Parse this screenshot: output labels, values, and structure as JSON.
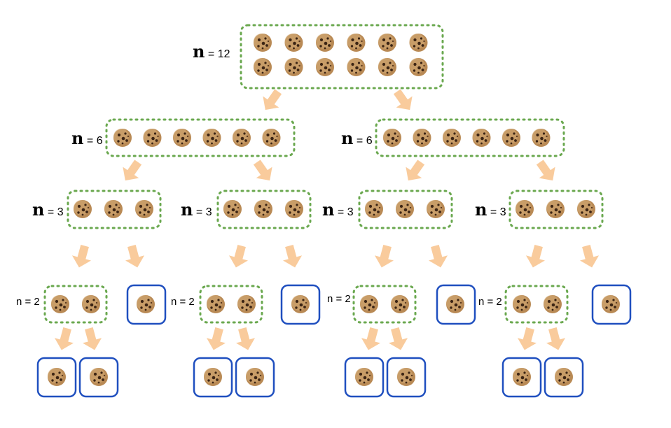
{
  "colors": {
    "group_border": "#6aa84f",
    "single_border": "#1f4fbf",
    "arrow": "#f9cb9c",
    "cookie_base": "#b98a55",
    "cookie_light": "#d6ad78",
    "cookie_chip": "#3b2414"
  },
  "icons": {
    "cookie": "cookie-icon",
    "arrow": "arrow-down-icon"
  },
  "labels": {
    "n12": {
      "var": "n",
      "rest": " = 12"
    },
    "n6_left": {
      "var": "n",
      "rest": " = 6"
    },
    "n6_right": {
      "var": "n",
      "rest": " = 6"
    },
    "n3_1": {
      "var": "n",
      "rest": " = 3"
    },
    "n3_2": {
      "var": "n",
      "rest": " = 3"
    },
    "n3_3": {
      "var": "n",
      "rest": " = 3"
    },
    "n3_4": {
      "var": "n",
      "rest": " = 3"
    },
    "n2_1": "n = 2",
    "n2_2": "n = 2",
    "n2_3": "n = 2",
    "n2_4": "n = 2"
  },
  "tree": {
    "root_count": 12,
    "level1_counts": [
      6,
      6
    ],
    "level2_counts": [
      3,
      3,
      3,
      3
    ],
    "level3_group_counts": [
      2,
      2,
      2,
      2
    ],
    "level3_single_counts": [
      1,
      1,
      1,
      1
    ],
    "leaf_count": 8
  }
}
